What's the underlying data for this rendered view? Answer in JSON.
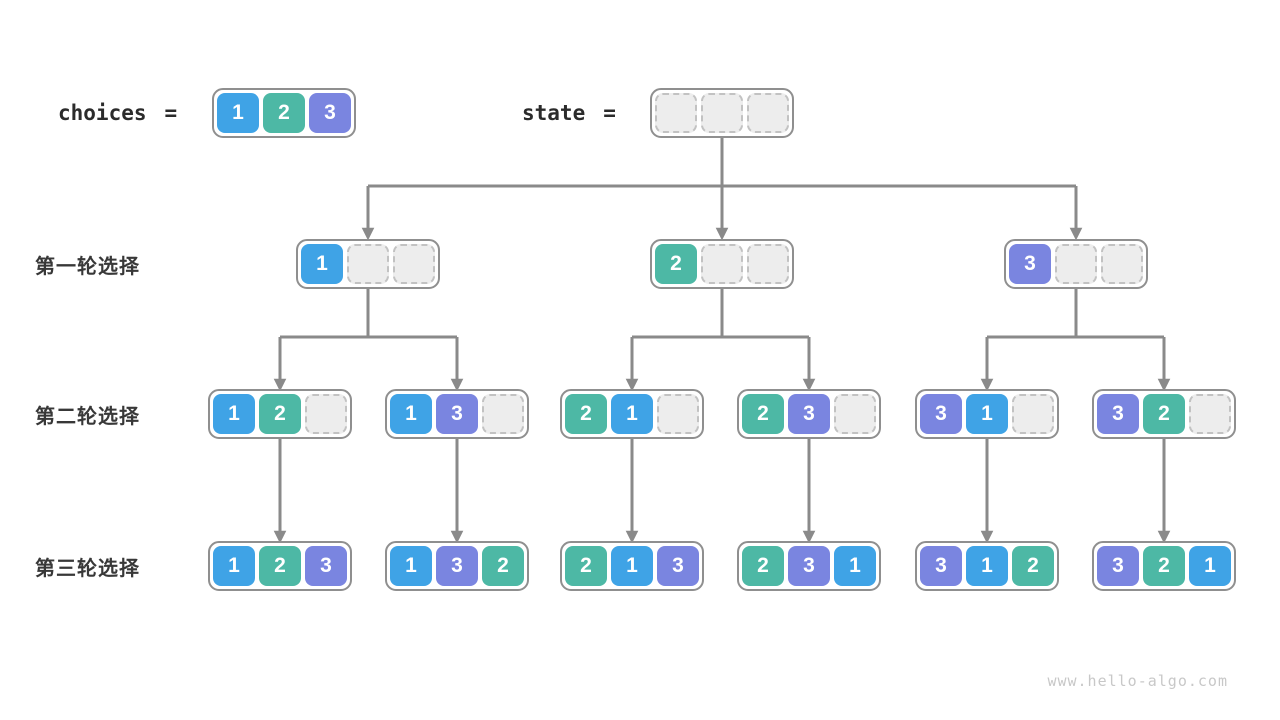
{
  "page": {
    "background": "#ffffff",
    "footer": "www.hello-algo.com"
  },
  "colors": {
    "1": "#3FA3E6",
    "2": "#4DB8A5",
    "3": "#7A85E0",
    "empty_fill": "#EDEDED",
    "empty_border": "#C2C2C2",
    "box_border": "#8F8F8F",
    "connector": "#8A8A8A",
    "label_text": "#383838",
    "code_text": "#2B2B2B"
  },
  "header": {
    "choices_label": "choices",
    "state_label": "state",
    "equals": "=",
    "choices_cells": [
      1,
      2,
      3
    ],
    "state_cells": [
      null,
      null,
      null
    ]
  },
  "rows": [
    {
      "label": "第一轮选择",
      "boxes": [
        [
          1,
          null,
          null
        ],
        [
          2,
          null,
          null
        ],
        [
          3,
          null,
          null
        ]
      ]
    },
    {
      "label": "第二轮选择",
      "boxes": [
        [
          1,
          2,
          null
        ],
        [
          1,
          3,
          null
        ],
        [
          2,
          1,
          null
        ],
        [
          2,
          3,
          null
        ],
        [
          3,
          1,
          null
        ],
        [
          3,
          2,
          null
        ]
      ]
    },
    {
      "label": "第三轮选择",
      "boxes": [
        [
          1,
          2,
          3
        ],
        [
          1,
          3,
          2
        ],
        [
          2,
          1,
          3
        ],
        [
          2,
          3,
          1
        ],
        [
          3,
          1,
          2
        ],
        [
          3,
          2,
          1
        ]
      ]
    }
  ]
}
